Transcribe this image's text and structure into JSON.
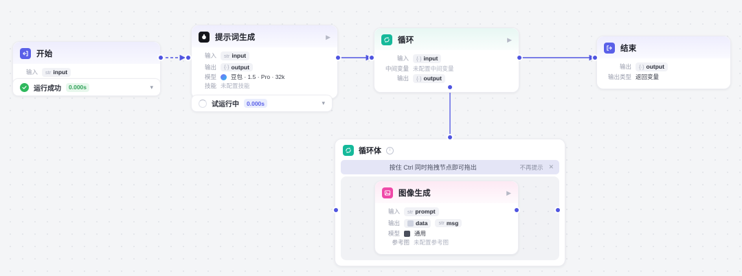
{
  "canvas": {
    "bg": "#f4f5f7",
    "accent": "#4f54e0"
  },
  "nodes": {
    "start": {
      "title": "开始",
      "icon": "start-icon",
      "rows": [
        {
          "label": "输入",
          "type": "str",
          "value": "input"
        }
      ],
      "status": {
        "text": "运行成功",
        "time": "0.000s",
        "state": "success"
      }
    },
    "prompt": {
      "title": "提示词生成",
      "icon": "llm-icon",
      "rows": [
        {
          "label": "输入",
          "type": "str",
          "value": "input"
        },
        {
          "label": "输出",
          "type": "obj",
          "value": "output"
        },
        {
          "label": "模型",
          "type": "model",
          "value": "豆包 · 1.5 · Pro · 32k"
        },
        {
          "label": "技能",
          "type": "none",
          "value": "未配置技能"
        }
      ],
      "status": {
        "text": "试运行中",
        "time": "0.000s",
        "state": "running"
      }
    },
    "loop": {
      "title": "循环",
      "icon": "loop-icon",
      "rows": [
        {
          "label": "输入",
          "type": "obj",
          "value": "input"
        },
        {
          "label": "中间变量",
          "type": "none",
          "value": "未配置中间变量"
        },
        {
          "label": "输出",
          "type": "obj",
          "value": "output"
        }
      ]
    },
    "end": {
      "title": "结束",
      "icon": "end-icon",
      "rows": [
        {
          "label": "输出",
          "type": "obj",
          "value": "output"
        },
        {
          "label": "输出类型",
          "type": "plain",
          "value": "返回变量"
        }
      ]
    },
    "image": {
      "title": "图像生成",
      "icon": "image-icon",
      "rows": [
        {
          "label": "输入",
          "type": "str",
          "value": "prompt"
        },
        {
          "label": "输出",
          "type": "img",
          "value": "data",
          "type2": "str",
          "value2": "msg"
        },
        {
          "label": "模型",
          "type": "model2",
          "value": "通用"
        },
        {
          "label": "参考图",
          "type": "none",
          "value": "未配置参考图"
        }
      ]
    }
  },
  "loop_body": {
    "title": "循环体",
    "info_icon": "info-icon",
    "hint": {
      "text": "按住 Ctrl 同时拖拽节点即可拖出",
      "dismiss_label": "不再提示",
      "close_icon": "close-icon"
    }
  },
  "type_tags": {
    "str": "str",
    "obj": "{·}",
    "img": "img"
  }
}
